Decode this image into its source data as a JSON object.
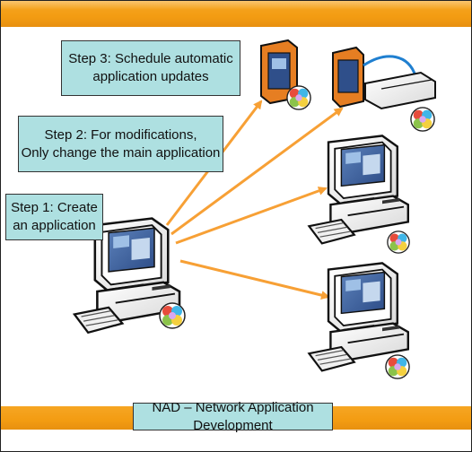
{
  "steps": {
    "step3": [
      "Step 3:  Schedule automatic",
      "application updates"
    ],
    "step2": [
      "Step 2:  For modifications,",
      "Only change the main application"
    ],
    "step1": [
      "Step 1:  Create",
      "an application"
    ]
  },
  "footer": {
    "title": "NAD – Network Application Development"
  },
  "colors": {
    "band": "#f39c12",
    "caption_fill": "#aee0e1",
    "arrow": "#f7a035"
  },
  "icons": [
    "source-computer-icon",
    "panel-terminal-icon",
    "panel-controller-icon",
    "target-computer-icon",
    "target-computer-icon",
    "app-badge-icon"
  ]
}
